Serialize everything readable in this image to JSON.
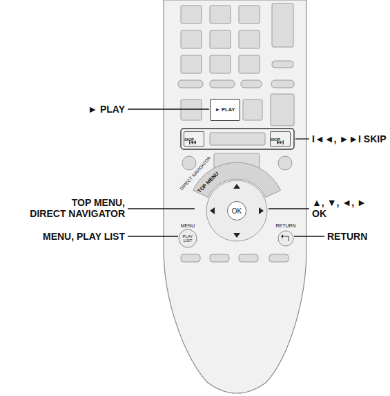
{
  "diagram": {
    "nodes": [
      {
        "text": [
          "► PLAY"
        ]
      },
      {
        "text": [
          "SKIP"
        ]
      },
      {
        "text": [
          "SKIP"
        ]
      },
      {
        "text": [
          "OK"
        ]
      }
    ],
    "labels": [
      "► PLAY",
      "I◄◄, ►►I SKIP",
      "TOP MENU, DIRECT NAVIGATOR",
      "▲, ▼, ◄, ► OK",
      "MENU, PLAY LIST",
      "RETURN",
      "TOP MENU",
      "DIRECT NAVIGATOR",
      "MENU",
      "PLAY LIST",
      "RETURN"
    ]
  }
}
